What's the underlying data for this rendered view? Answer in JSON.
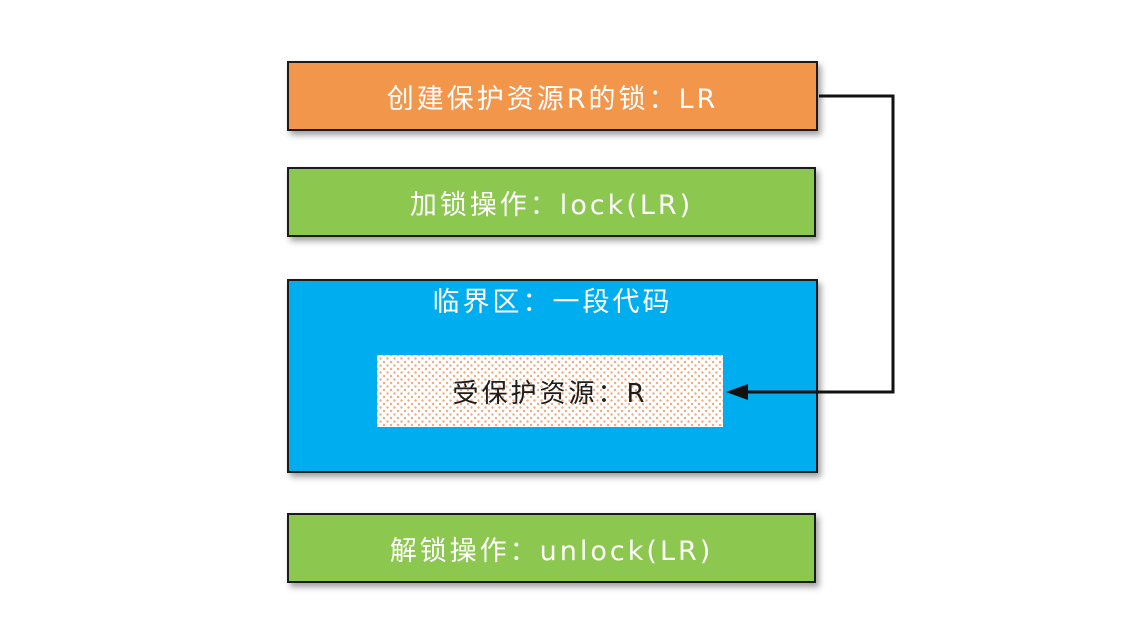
{
  "boxes": {
    "create_lock": {
      "label": "创建保护资源R的锁：LR",
      "color": "#F2964B",
      "text_color": "#FFFFFF"
    },
    "lock_op": {
      "label": "加锁操作：lock(LR)",
      "color": "#8CC74F",
      "text_color": "#FFFFFF"
    },
    "critical_section": {
      "label": "临界区：一段代码",
      "color": "#00AEEF",
      "text_color": "#FFFFFF"
    },
    "protected_resource": {
      "label": "受保护资源：R",
      "color": "#FFFFFF",
      "dot_pattern_color": "#F2A97E",
      "text_color": "#1D1D1D"
    },
    "unlock_op": {
      "label": "解锁操作：unlock(LR)",
      "color": "#8CC74F",
      "text_color": "#FFFFFF"
    }
  },
  "arrow": {
    "from": "create_lock",
    "to": "protected_resource",
    "color": "#111111"
  }
}
